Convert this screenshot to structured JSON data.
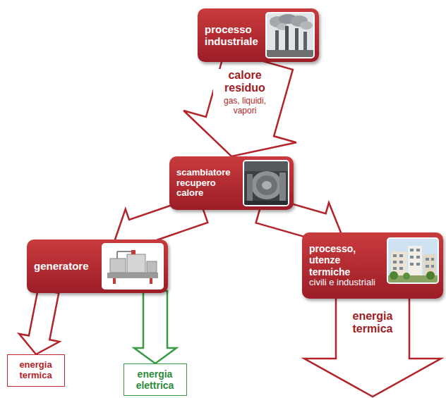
{
  "diagram": {
    "nodes": [
      {
        "text": [
          "processo industriale"
        ]
      },
      {
        "text": [
          "scambiatore recupero calore"
        ]
      },
      {
        "text": [
          "generatore"
        ]
      },
      {
        "text": [
          "processo, utenze termiche",
          "civili e industriali"
        ]
      },
      {
        "text": [
          "energia termica"
        ]
      },
      {
        "text": [
          "energia elettrica"
        ]
      }
    ],
    "edges": [
      {
        "from": 0,
        "to": 1,
        "arrow": "to",
        "label": "calore residuo"
      },
      {
        "from": 1,
        "to": 2,
        "arrow": "to"
      },
      {
        "from": 1,
        "to": 3,
        "arrow": "to"
      },
      {
        "from": 2,
        "to": 4,
        "arrow": "to"
      },
      {
        "from": 2,
        "to": 5,
        "arrow": "to"
      }
    ],
    "labels": [
      "gas, liquidi, vapori",
      "energia termica"
    ]
  }
}
